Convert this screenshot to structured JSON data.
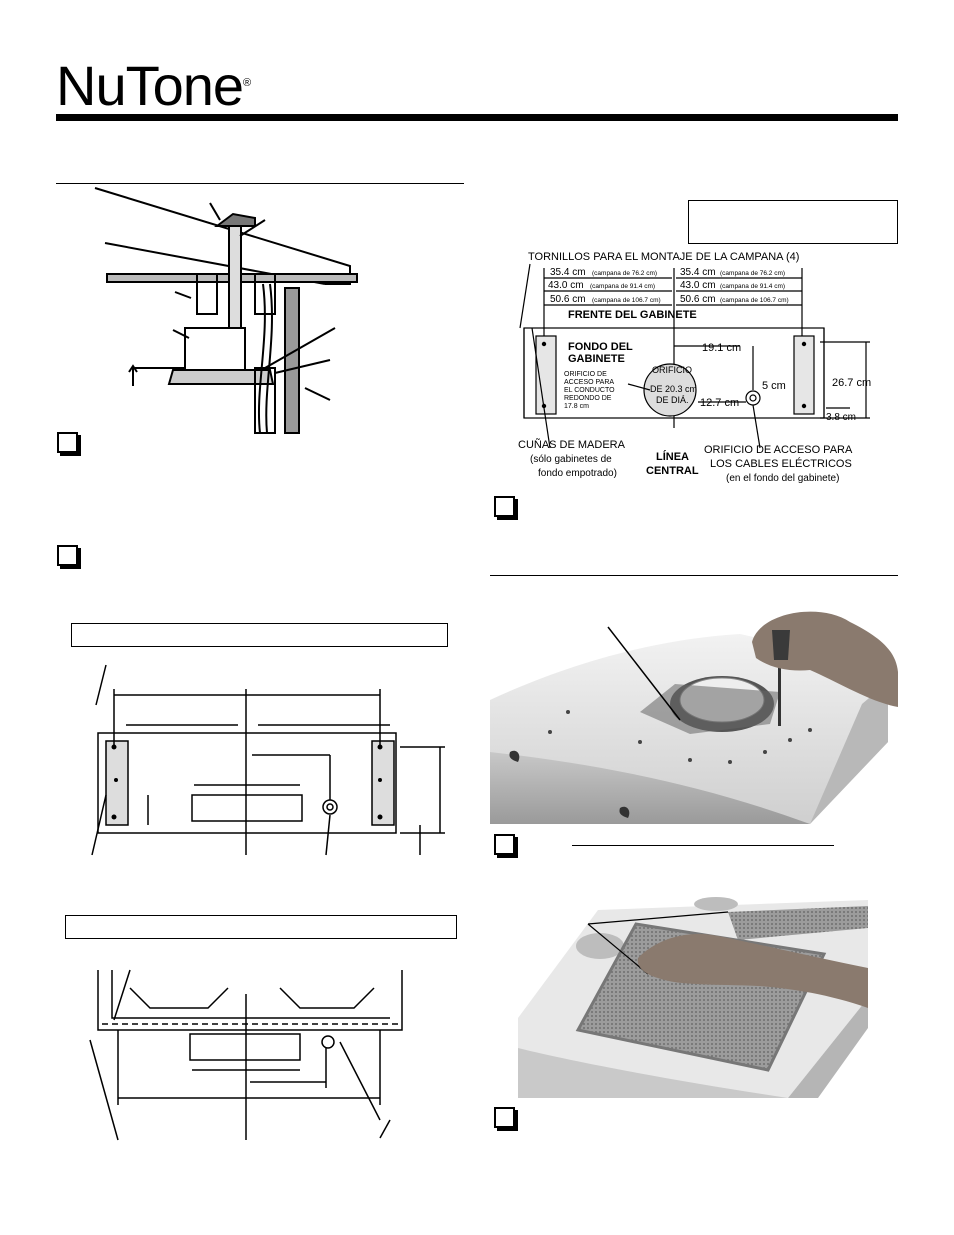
{
  "brand": {
    "name": "NuTone",
    "mark": "®"
  },
  "diagram_b": {
    "header": "TORNILLOS PARA EL MONTAJE DE LA CAMPANA (4)",
    "dims_left": [
      {
        "value": "35.4 cm",
        "note": "(campana de 76.2 cm)"
      },
      {
        "value": "43.0 cm",
        "note": "(campana de 91.4 cm)"
      },
      {
        "value": "50.6 cm",
        "note": "(campana de 106.7 cm)"
      }
    ],
    "dims_right": [
      {
        "value": "35.4 cm",
        "note": "(campana de 76.2 cm)"
      },
      {
        "value": "43.0 cm",
        "note": "(campana de 91.4 cm)"
      },
      {
        "value": "50.6 cm",
        "note": "(campana de 106.7 cm)"
      }
    ],
    "front": "FRENTE DEL GABINETE",
    "bottom_l1": "FONDO DEL",
    "bottom_l2": "GABINETE",
    "access_l1": "ORIFICIO DE",
    "access_l2": "ACCESO PARA",
    "access_l3": "EL CONDUCTO",
    "access_l4": "REDONDO DE",
    "access_l5": "17.8 cm",
    "hole_l1": "ORIFICIO",
    "hole_l2": "DE 20.3 cm",
    "hole_l3": "DE DIÁ.",
    "d_19": "19.1 cm",
    "d_5": "5 cm",
    "d_127": "12.7 cm",
    "d_267": "26.7 cm",
    "d_38": "3.8 cm",
    "wedges_l1": "CUÑAS DE MADERA",
    "wedges_l2": "(sólo gabinetes de",
    "wedges_l3": "fondo empotrado)",
    "center_l1": "LÍNEA",
    "center_l2": "CENTRAL",
    "elec_l1": "ORIFICIO DE ACCESO PARA",
    "elec_l2": "LOS CABLES ELÉCTRICOS",
    "elec_l3": "(en el fondo del gabinete)"
  }
}
